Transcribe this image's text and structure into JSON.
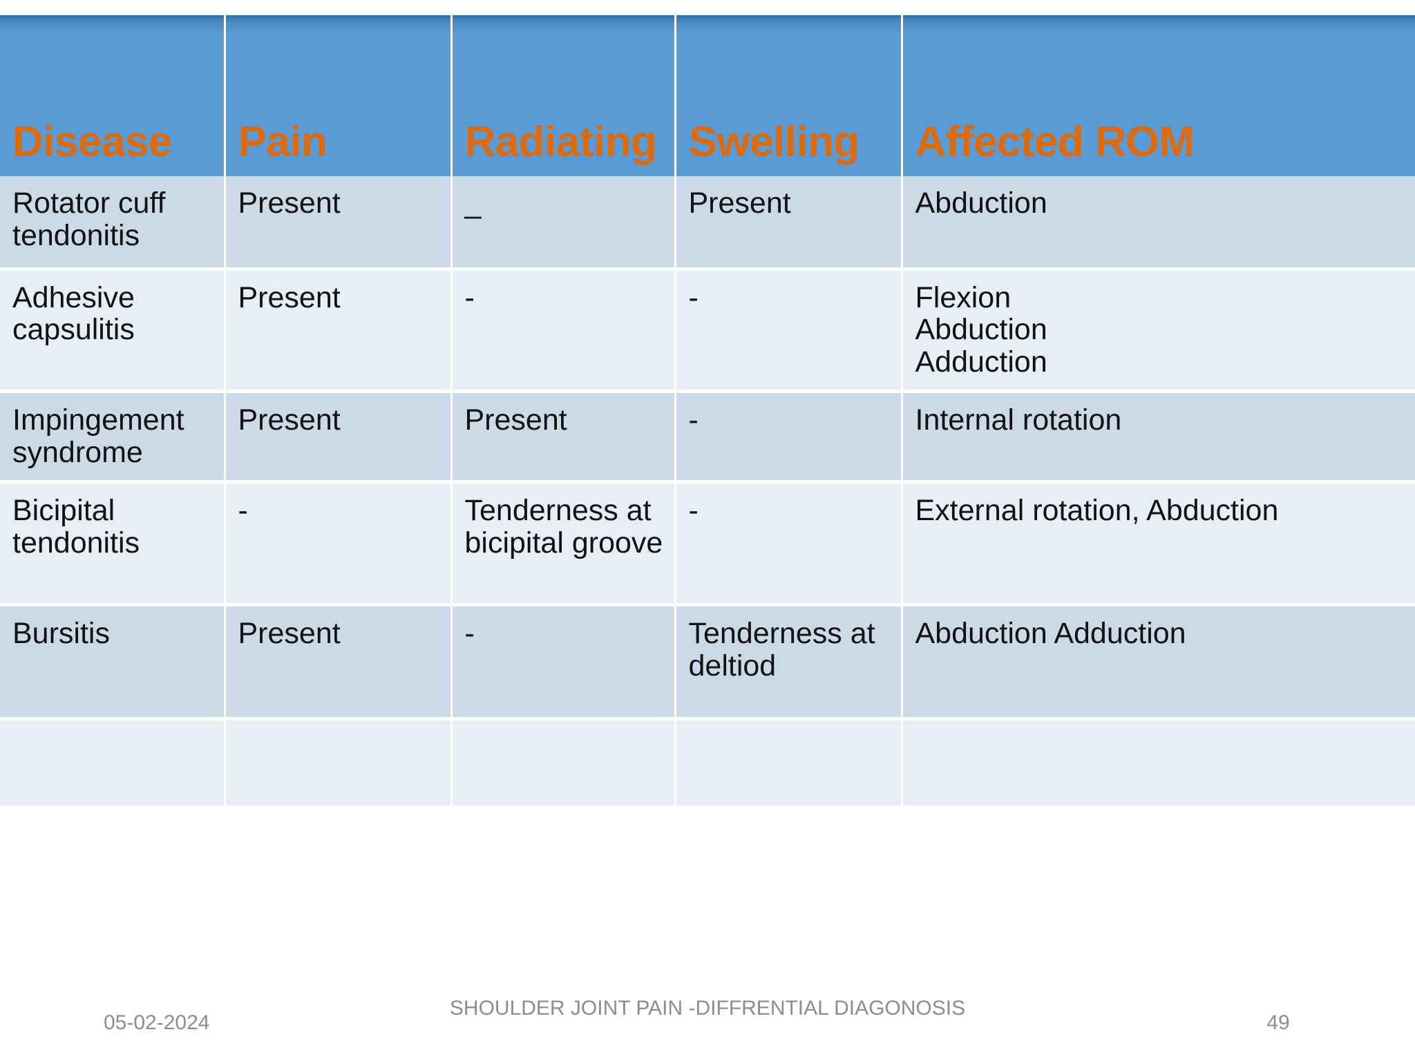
{
  "slide": {
    "background_color": "#ffffff"
  },
  "table": {
    "header_bg": "#5b9bd5",
    "header_text_color": "#dd6b0d",
    "row_band_dark": "#ccd9e7",
    "row_band_light": "#e7eef6",
    "columns": [
      {
        "key": "disease",
        "label": "Disease"
      },
      {
        "key": "pain",
        "label": "Pain"
      },
      {
        "key": "radiating",
        "label": "Radiating"
      },
      {
        "key": "swelling",
        "label": "Swelling"
      },
      {
        "key": "rom",
        "label": "Affected ROM"
      }
    ],
    "rows": [
      {
        "disease": "Rotator cuff tendonitis",
        "pain": "Present",
        "radiating": "_",
        "swelling": "Present",
        "rom": "Abduction"
      },
      {
        "disease": "Adhesive capsulitis",
        "pain": "Present",
        "radiating": "-",
        "swelling": "-",
        "rom": "Flexion\nAbduction\nAdduction"
      },
      {
        "disease": "Impingement syndrome",
        "pain": "Present",
        "radiating": "Present",
        "swelling": "-",
        "rom": "Internal rotation"
      },
      {
        "disease": "Bicipital tendonitis",
        "pain": "-",
        "radiating": "Tenderness at bicipital groove",
        "swelling": "-",
        "rom": "External rotation, Abduction"
      },
      {
        "disease": "Bursitis",
        "pain": "Present",
        "radiating": "-",
        "swelling": "Tenderness at deltiod",
        "rom": "Abduction Adduction"
      },
      {
        "disease": "",
        "pain": "",
        "radiating": "",
        "swelling": "",
        "rom": ""
      }
    ]
  },
  "footer": {
    "date": "05-02-2024",
    "title": "SHOULDER JOINT PAIN -DIFFRENTIAL DIAGONOSIS",
    "page_number": "49",
    "text_color": "#8d8d8d"
  }
}
